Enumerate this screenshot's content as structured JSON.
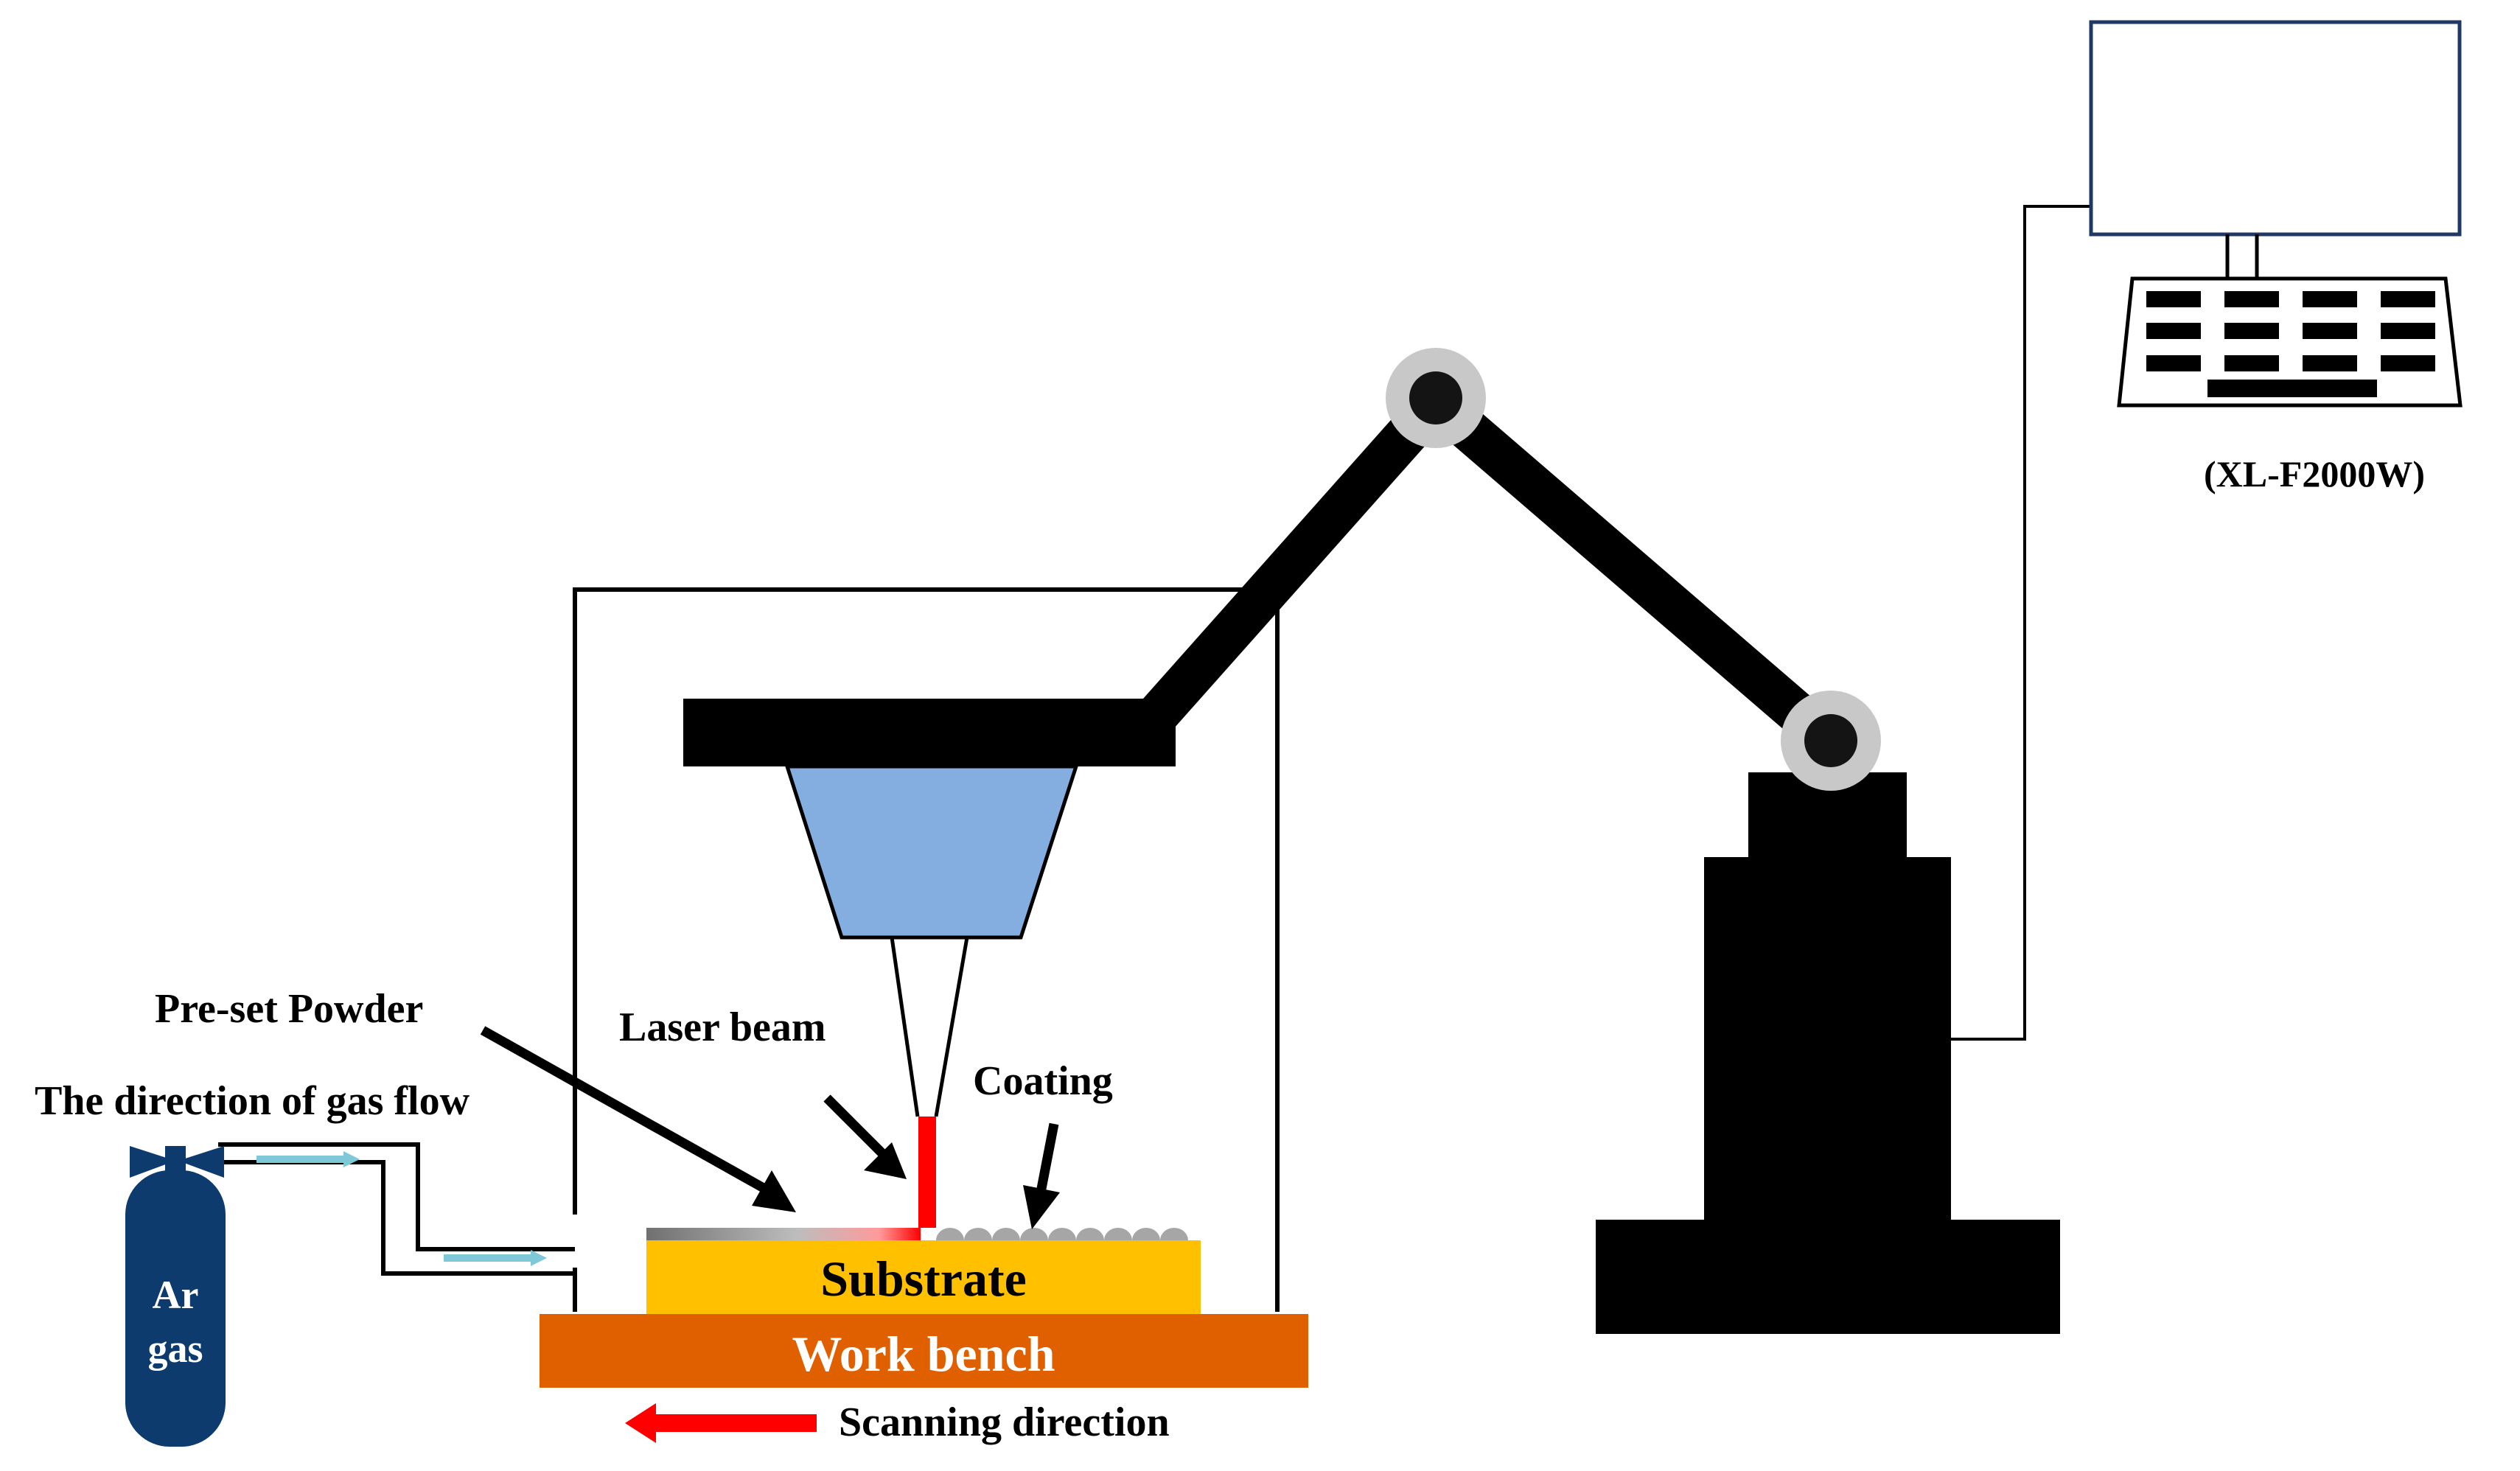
{
  "labels": {
    "model": "(XL-F2000W)",
    "preset_powder": "Pre-set Powder",
    "laser_beam": "Laser beam",
    "coating": "Coating",
    "gas_flow": "The direction of gas flow",
    "ar": "Ar",
    "gas": "gas",
    "substrate": "Substrate",
    "work_bench": "Work bench",
    "scanning_direction": "Scanning direction"
  },
  "colors": {
    "robot": "#000000",
    "joint_ring": "#c8c8c8",
    "nozzle_fill": "#85aee0",
    "laser": "#ff0000",
    "substrate": "#ffc000",
    "work_bench": "#e06000",
    "gas_cylinder": "#0e3b6e",
    "gas_arrow": "#7ec8d8",
    "monitor_border": "#1f3864",
    "coating": "#a6a6a6"
  }
}
